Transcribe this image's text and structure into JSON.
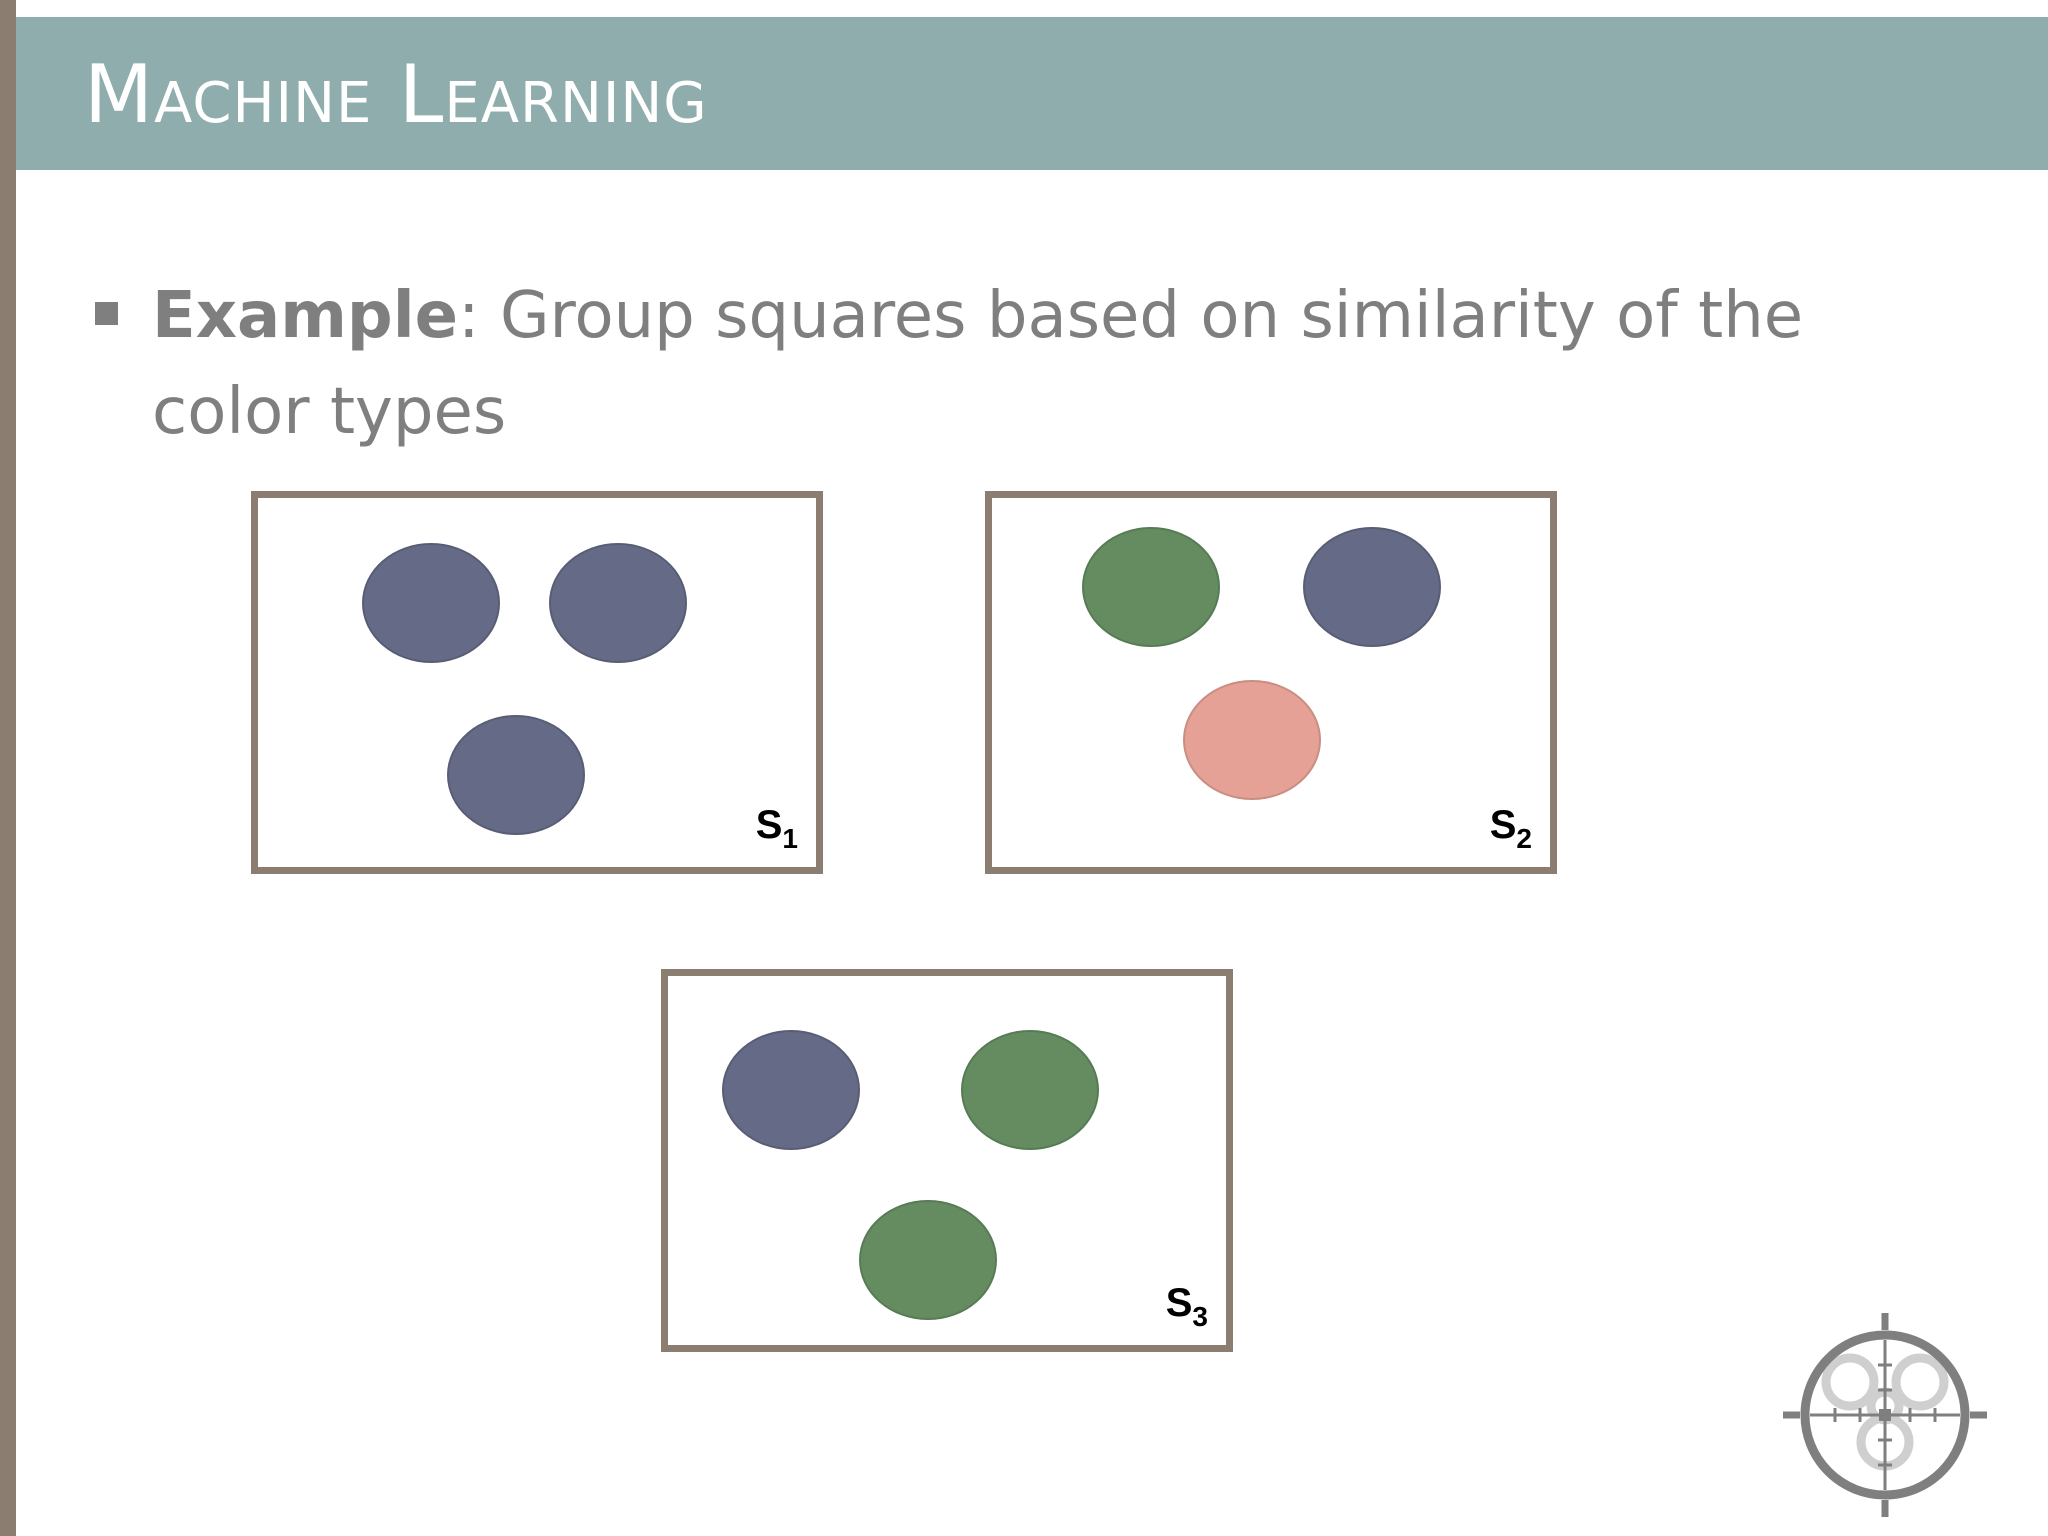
{
  "slide": {
    "title": "Machine Learning",
    "bullet": {
      "lead": "Example",
      "separator": ":",
      "text": " Group squares based on similarity of the color types"
    },
    "panels": [
      {
        "label_main": "S",
        "label_sub": "1",
        "dots": [
          {
            "color": "#656a86"
          },
          {
            "color": "#656a86"
          },
          {
            "color": "#656a86"
          }
        ]
      },
      {
        "label_main": "S",
        "label_sub": "2",
        "dots": [
          {
            "color": "#648c60"
          },
          {
            "color": "#656a86"
          },
          {
            "color": "#e5a195"
          }
        ]
      },
      {
        "label_main": "S",
        "label_sub": "3",
        "dots": [
          {
            "color": "#656a86"
          },
          {
            "color": "#648c60"
          },
          {
            "color": "#648c60"
          }
        ]
      }
    ],
    "logo": {
      "icon": "crosshair-biohazard-icon"
    }
  },
  "colors": {
    "title_bar": "#8fadad",
    "left_bar": "#8b7d70",
    "panel_border": "#8b7d70",
    "text_gray": "#7f7f7f",
    "blue_dot": "#656a86",
    "green_dot": "#648c60",
    "salmon_dot": "#e5a195"
  }
}
